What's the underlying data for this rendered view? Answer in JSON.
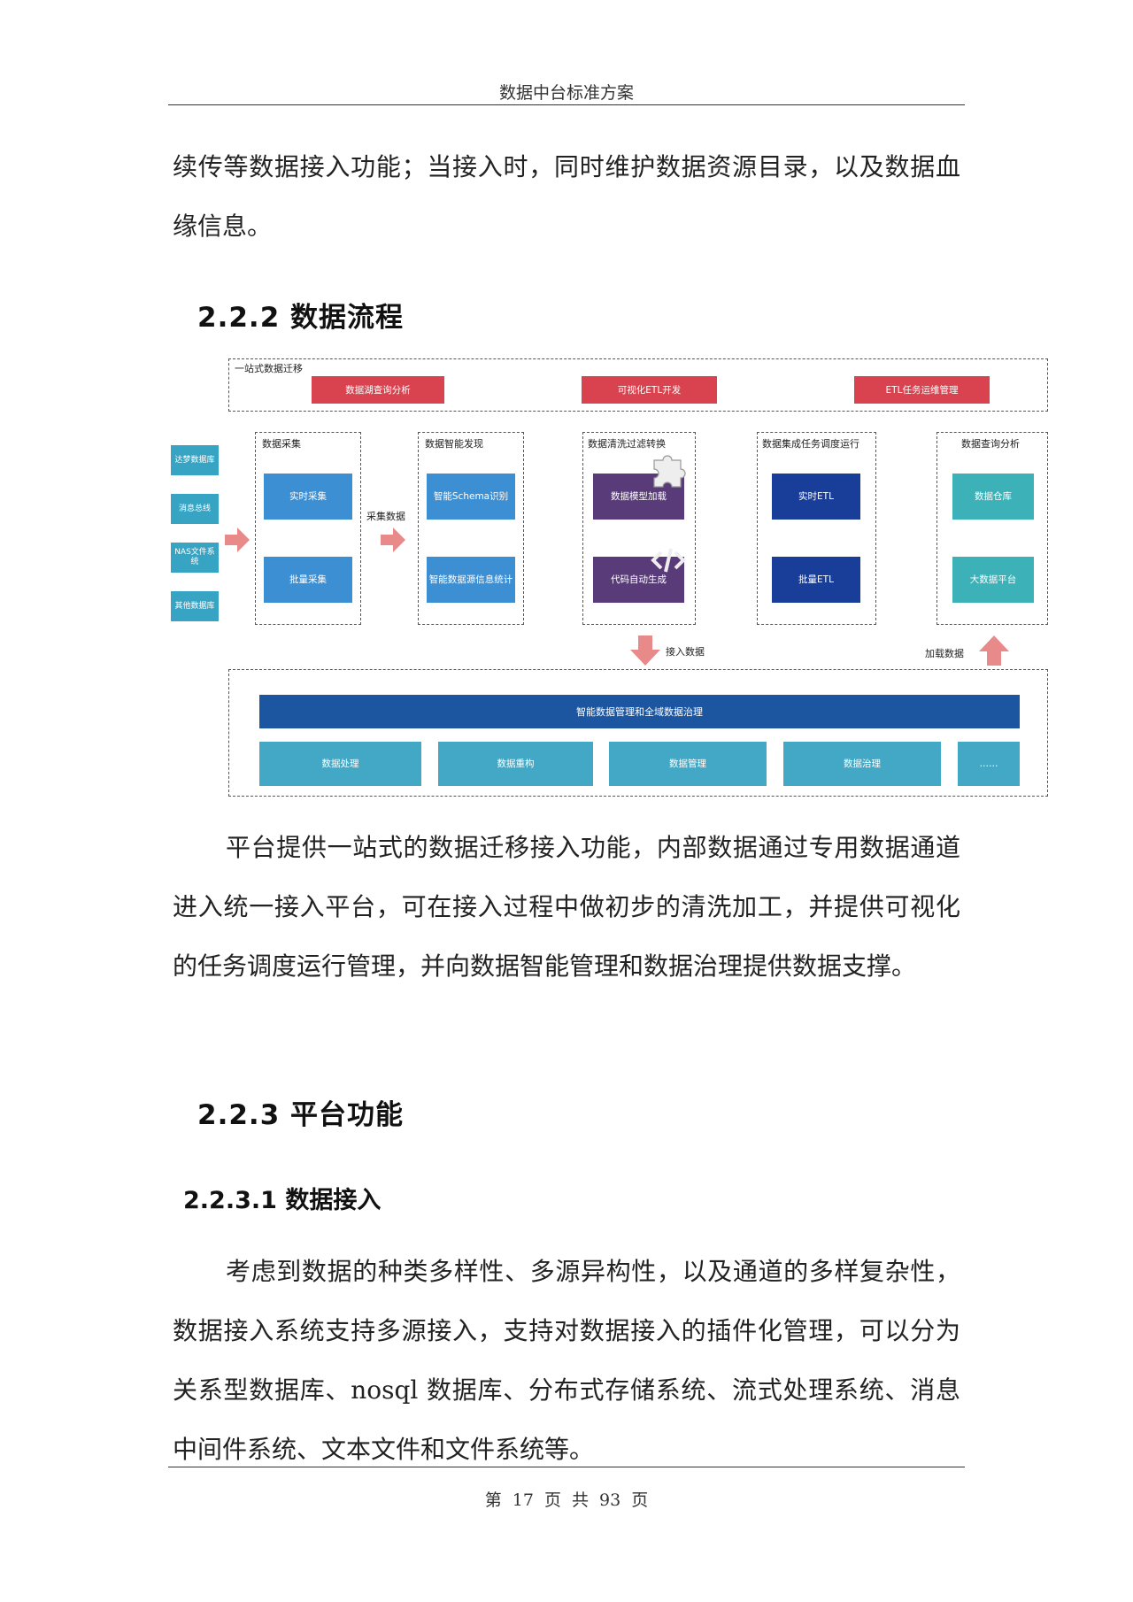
{
  "header": {
    "title": "数据中台标准方案"
  },
  "footer": {
    "page": "第 17 页 共 93 页"
  },
  "intro_text": "续传等数据接入功能；当接入时，同时维护数据资源目录，以及数据血缘信息。",
  "section_222": {
    "title": "2.2.2 数据流程"
  },
  "diagram": {
    "top_group": {
      "label": "一站式数据迁移",
      "items": [
        "数据湖查询分析",
        "可视化ETL开发",
        "ETL任务运维管理"
      ]
    },
    "sources": [
      "达梦数据库",
      "消息总线",
      "NAS文件系统",
      "其他数据库"
    ],
    "collect": {
      "label": "数据采集",
      "items": [
        "实时采集",
        "批量采集"
      ]
    },
    "arrow_collect_label": "采集数据",
    "discover": {
      "label": "数据智能发现",
      "items": [
        "智能Schema识别",
        "智能数据源信息统计"
      ]
    },
    "clean": {
      "label": "数据清洗过滤转换",
      "items": [
        "数据模型加载",
        "代码自动生成"
      ]
    },
    "integrate": {
      "label": "数据集成任务调度运行",
      "items": [
        "实时ETL",
        "批量ETL"
      ]
    },
    "query": {
      "label": "数据查询分析",
      "items": [
        "数据仓库",
        "大数据平台"
      ]
    },
    "arrow_access_label": "接入数据",
    "arrow_load_label": "加载数据",
    "bottom_group": {
      "band": "智能数据管理和全域数据治理",
      "items": [
        "数据处理",
        "数据重构",
        "数据管理",
        "数据治理",
        "……"
      ]
    },
    "colors": {
      "red": "#d9434f",
      "blue": "#3d8fd4",
      "purple": "#5a3b79",
      "navy": "#183e9a",
      "teal": "#3cb1b8",
      "arrow": "#e98a8a"
    }
  },
  "para_platform": "平台提供一站式的数据迁移接入功能，内部数据通过专用数据通道进入统一接入平台，可在接入过程中做初步的清洗加工，并提供可视化的任务调度运行管理，并向数据智能管理和数据治理提供数据支撑。",
  "section_223": {
    "title": "2.2.3 平台功能"
  },
  "section_2231": {
    "title": "2.2.3.1 数据接入"
  },
  "para_access": "考虑到数据的种类多样性、多源异构性，以及通道的多样复杂性，数据接入系统支持多源接入，支持对数据接入的插件化管理，可以分为关系型数据库、nosql 数据库、分布式存储系统、流式处理系统、消息中间件系统、文本文件和文件系统等。"
}
